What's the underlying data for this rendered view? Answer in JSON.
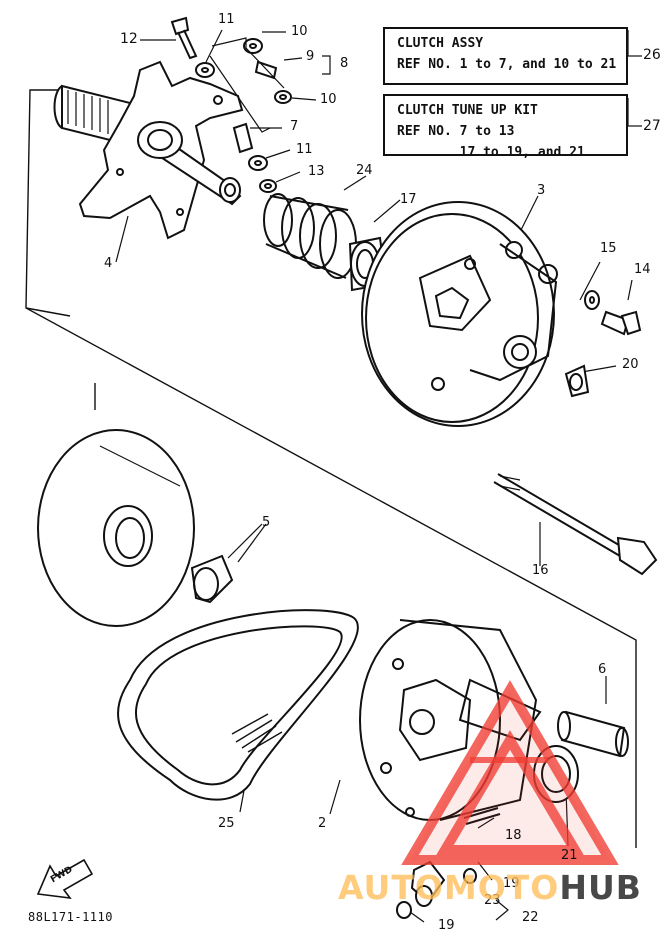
{
  "boxes": {
    "clutch_assy": {
      "line1": "CLUTCH ASSY",
      "line2": "REF NO. 1 to 7, and 10 to 21",
      "ref": "26"
    },
    "tune_up_kit": {
      "line1": "CLUTCH TUNE UP KIT",
      "line2": "REF NO. 7 to 13",
      "line3": "        17 to 19, and 21",
      "ref": "27"
    }
  },
  "part_numbers": {
    "p2": "2",
    "p3": "3",
    "p4": "4",
    "p5": "5",
    "p6": "6",
    "p7": "7",
    "p8": "8",
    "p9": "9",
    "p10a": "10",
    "p10b": "10",
    "p11a": "11",
    "p11b": "11",
    "p12": "12",
    "p13": "13",
    "p14": "14",
    "p15": "15",
    "p16": "16",
    "p17": "17",
    "p18": "18",
    "p19a": "19",
    "p19b": "19",
    "p20": "20",
    "p21": "21",
    "p22": "22",
    "p23": "23",
    "p24": "24",
    "p25": "25"
  },
  "fwd_label": "FWD",
  "drawing_code": "88L171-1110",
  "watermark": {
    "part1": "AUTO",
    "part2": "MOTO",
    "part3": "HUB",
    "accent_color": "#f03c32"
  }
}
